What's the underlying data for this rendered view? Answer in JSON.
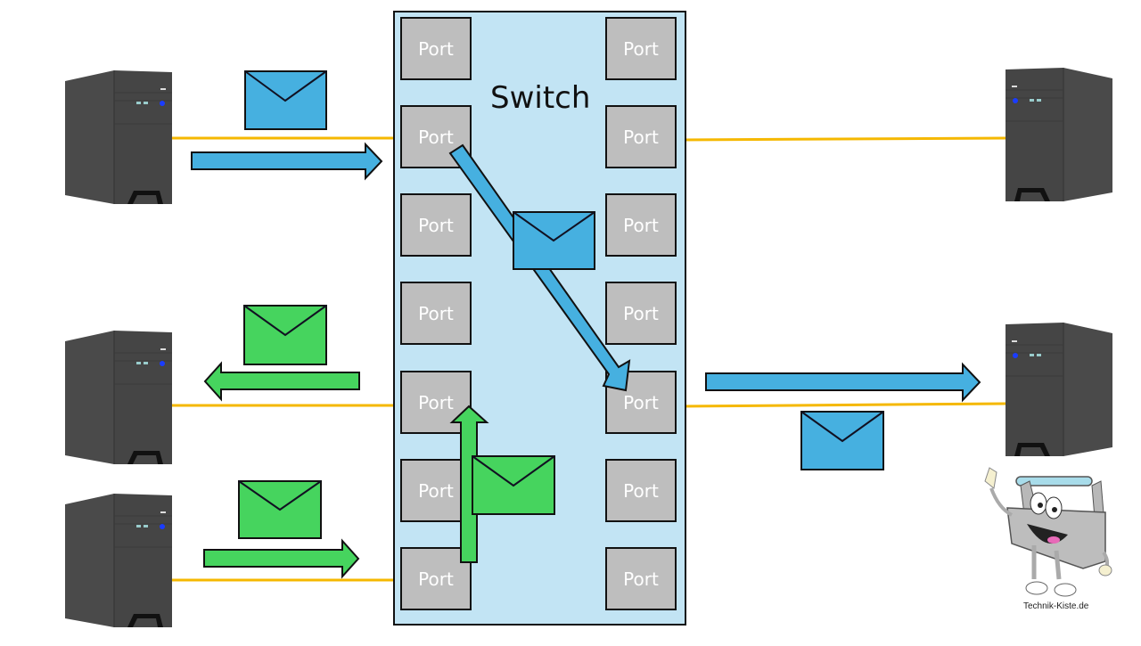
{
  "diagram": {
    "title": "Switch",
    "port_label": "Port",
    "left_ports": [
      "Port",
      "Port",
      "Port",
      "Port",
      "Port",
      "Port",
      "Port"
    ],
    "right_ports": [
      "Port",
      "Port",
      "Port",
      "Port",
      "Port",
      "Port",
      "Port"
    ],
    "brand_text": "Technik-Kiste.de",
    "colors": {
      "switch_fill": "#c2e4f4",
      "port_fill": "#bebebe",
      "cable": "#f5b800",
      "blue_message": "#46b0e0",
      "green_message": "#46d45e",
      "computer_body": "#4a4a4a",
      "outline": "#111111"
    },
    "computers": [
      {
        "id": "pc-left-top",
        "side": "left",
        "connected_port": "left-2"
      },
      {
        "id": "pc-left-middle",
        "side": "left",
        "connected_port": "left-5"
      },
      {
        "id": "pc-left-bottom",
        "side": "left",
        "connected_port": "left-7"
      },
      {
        "id": "pc-right-top",
        "side": "right",
        "connected_port": "right-2"
      },
      {
        "id": "pc-right-bottom",
        "side": "right",
        "connected_port": "right-5"
      }
    ],
    "flows": [
      {
        "color": "blue",
        "from": "pc-left-top",
        "to": "pc-right-bottom",
        "via": [
          "left-2",
          "right-5"
        ]
      },
      {
        "color": "green",
        "from": "pc-left-bottom",
        "to": "pc-left-middle",
        "via": [
          "left-7",
          "left-5"
        ]
      }
    ]
  }
}
